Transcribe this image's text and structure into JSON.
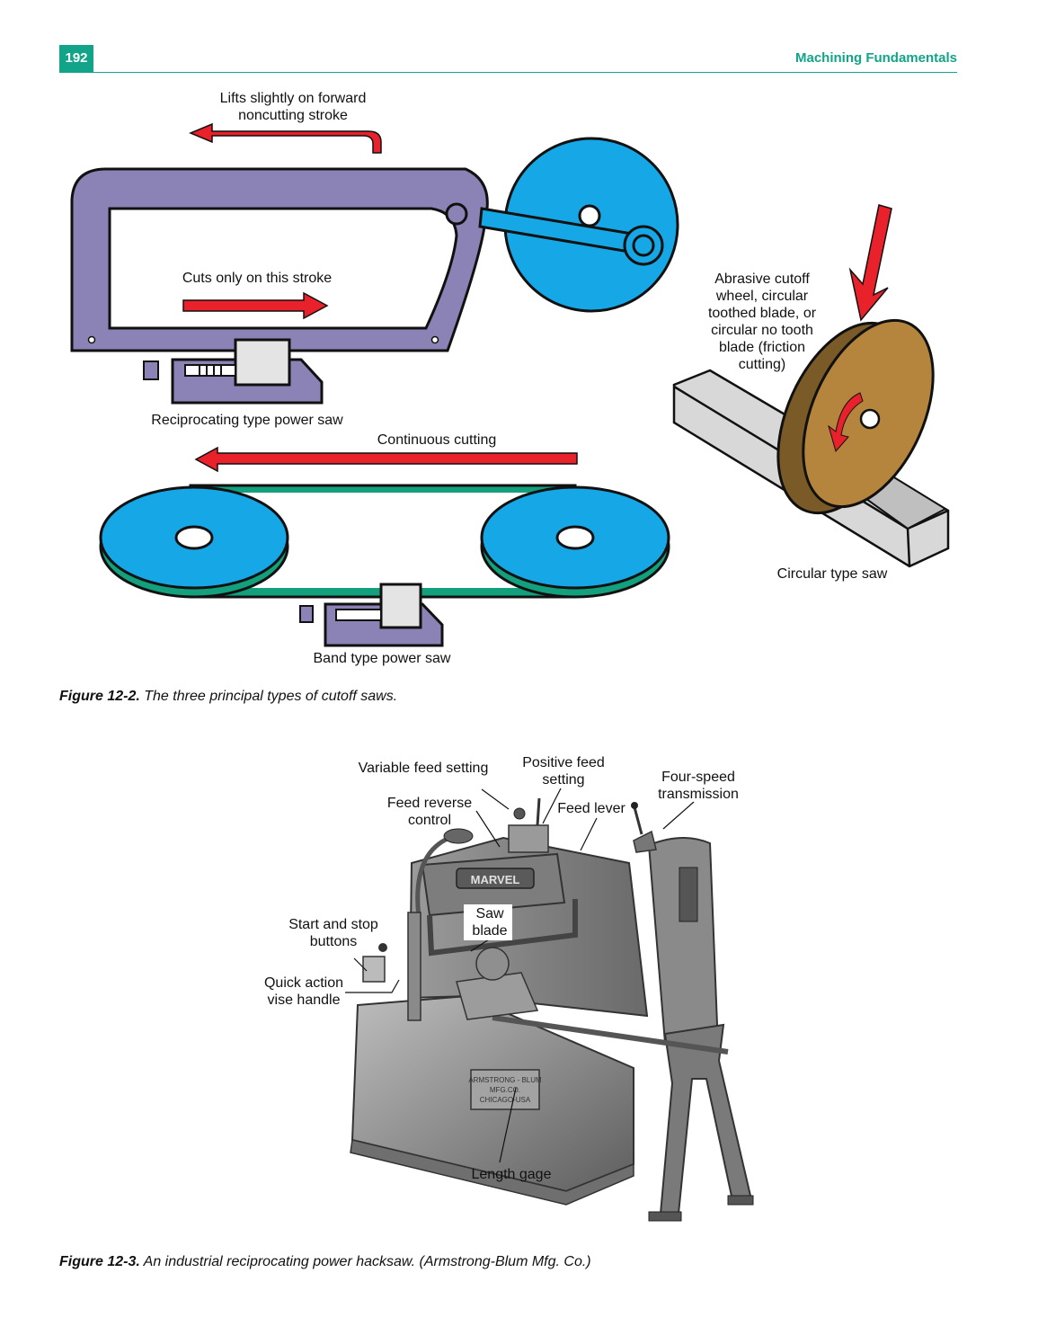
{
  "header": {
    "page_number": "192",
    "book_title": "Machining Fundamentals"
  },
  "figure1": {
    "labels": {
      "lifts_line1": "Lifts slightly on forward",
      "lifts_line2": "noncutting stroke",
      "cuts_only": "Cuts only on this stroke",
      "reciprocating": "Reciprocating type power saw",
      "continuous": "Continuous cutting",
      "band": "Band type power saw",
      "abrasive": [
        "Abrasive cutoff",
        "wheel, circular",
        "toothed blade, or",
        "circular no tooth",
        "blade (friction",
        "cutting)"
      ],
      "circular": "Circular type saw"
    },
    "caption_label": "Figure 12-2.",
    "caption_text": " The three principal types of cutoff saws."
  },
  "figure2": {
    "callouts": {
      "variable_feed": "Variable feed setting",
      "positive_feed": [
        "Positive feed",
        "setting"
      ],
      "four_speed": [
        "Four-speed",
        "transmission"
      ],
      "feed_reverse": [
        "Feed reverse",
        "control"
      ],
      "feed_lever": "Feed lever",
      "saw_blade": [
        "Saw",
        "blade"
      ],
      "start_stop": [
        "Start and stop",
        "buttons"
      ],
      "quick_action": [
        "Quick action",
        "vise handle"
      ],
      "length_gage": "Length gage"
    },
    "machine_text": {
      "brand": "MARVEL",
      "plate": [
        "ARMSTRONG - BLUM",
        "MFG.CO.",
        "CHICAGO-USA"
      ]
    },
    "caption_label": "Figure 12-3.",
    "caption_text": " An industrial reciprocating power hacksaw. (Armstrong-Blum Mfg. Co.)"
  },
  "colors": {
    "accent": "#12a488",
    "frame_purple": "#8b82b6",
    "wheel_blue": "#16a7e6",
    "arrow_red": "#e8212b",
    "belt_green": "#13a07c",
    "abrasive_brown": "#b5843d"
  }
}
